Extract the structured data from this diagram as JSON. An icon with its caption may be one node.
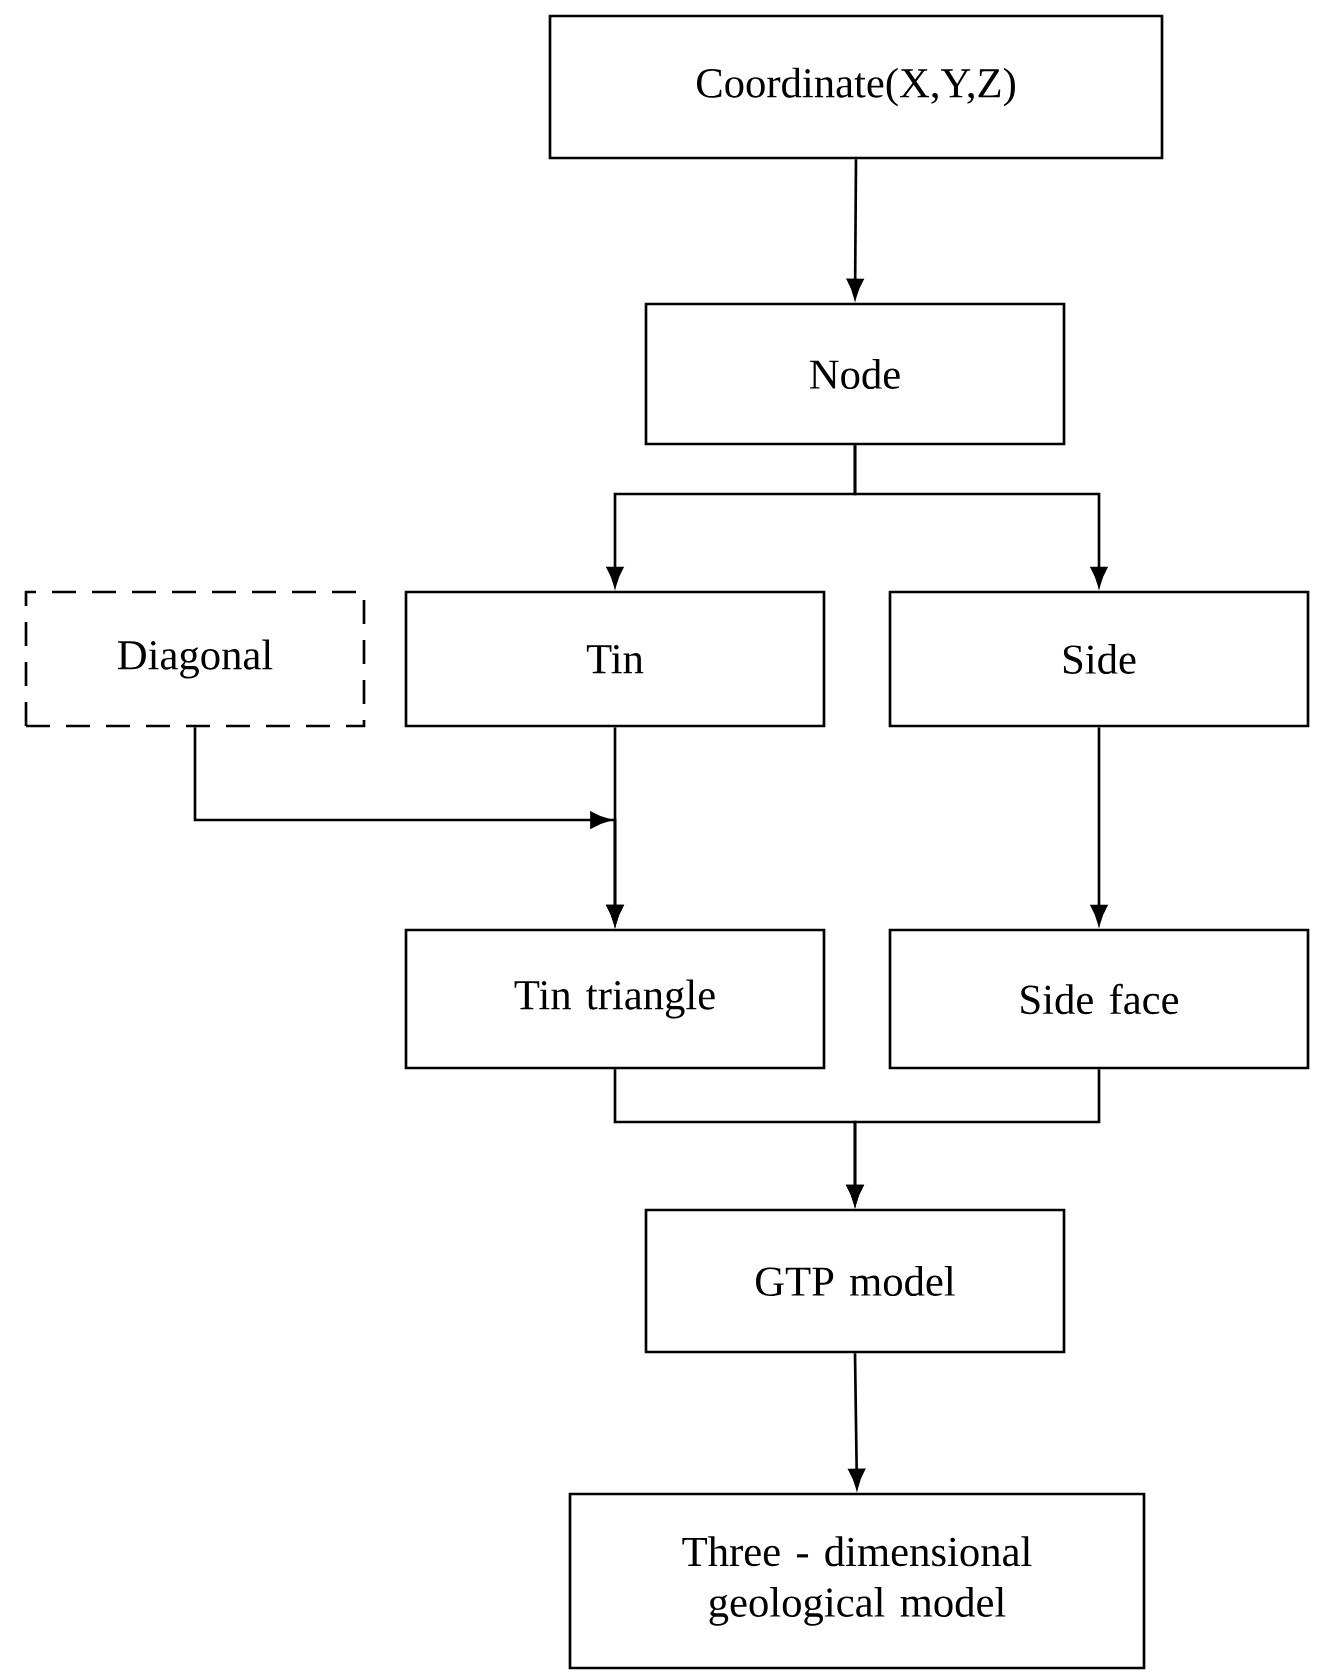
{
  "diagram": {
    "nodes": [
      {
        "text": [
          "Coordinate(X,Y,Z)"
        ]
      },
      {
        "text": [
          "Node"
        ]
      },
      {
        "text": [
          "Diagonal"
        ]
      },
      {
        "text": [
          "Tin"
        ]
      },
      {
        "text": [
          "Side"
        ]
      },
      {
        "text": [
          "Tin triangle"
        ]
      },
      {
        "text": [
          "Side face"
        ]
      },
      {
        "text": [
          "GTP model"
        ]
      },
      {
        "text": [
          "Three - dimensional geological model"
        ]
      }
    ],
    "edges": [
      {
        "from": 0,
        "to": 1,
        "arrow": "to"
      },
      {
        "from": 1,
        "to": 3,
        "arrow": "to"
      },
      {
        "from": 1,
        "to": 4,
        "arrow": "to"
      },
      {
        "from": 2,
        "to": 5,
        "arrow": "to"
      },
      {
        "from": 3,
        "to": 5,
        "arrow": "to"
      },
      {
        "from": 4,
        "to": 6,
        "arrow": "to"
      },
      {
        "from": 5,
        "to": 7,
        "arrow": "to"
      },
      {
        "from": 6,
        "to": 7,
        "arrow": "to"
      },
      {
        "from": 7,
        "to": 8,
        "arrow": "to"
      }
    ]
  }
}
